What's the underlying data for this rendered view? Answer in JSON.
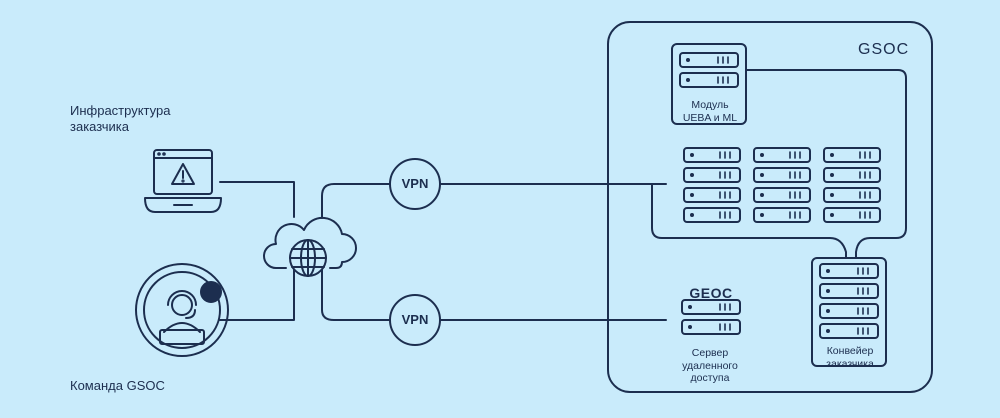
{
  "labels": {
    "customer_infrastructure": "Инфраструктура\nзаказчика",
    "gsoc_team": "Команда GSOC",
    "gsoc_title": "GSOC",
    "ueba_module": "Модуль\nUEBA  и ML",
    "remote_server": "Сервер\nудаленного\nдоступа",
    "customer_pipeline": "Конвейер\nзаказчика",
    "gsoc_logo": "GEOC",
    "vpn_top": "VPN",
    "vpn_bottom": "VPN"
  },
  "icons": {
    "laptop": "laptop-warning-icon",
    "cloud": "cloud-globe-icon",
    "team": "operator-headset-icon",
    "server": "server-rack-icon"
  },
  "colors": {
    "background": "#c9ebfb",
    "stroke": "#1c2e4f"
  }
}
